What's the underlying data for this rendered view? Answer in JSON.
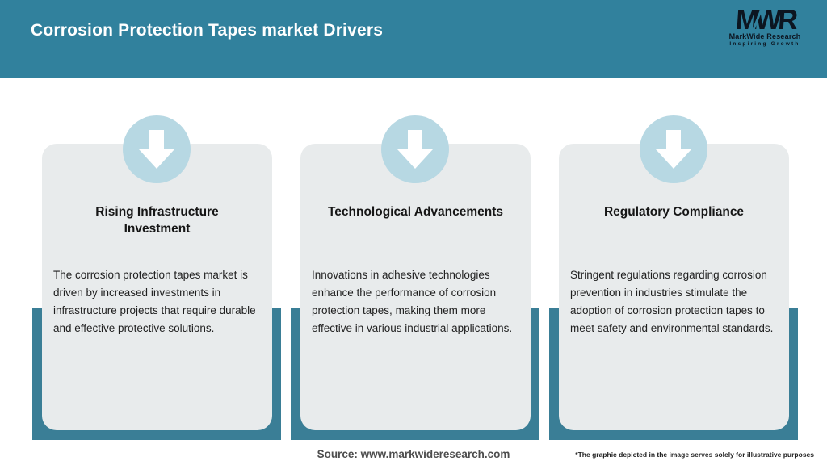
{
  "header": {
    "title": "Corrosion Protection Tapes market Drivers"
  },
  "logo": {
    "monogram": "MWR",
    "name": "MarkWide Research",
    "tagline": "Inspiring Growth"
  },
  "cards": [
    {
      "icon": "down-arrow-icon",
      "title": "Rising Infrastructure Investment",
      "description": "The corrosion protection tapes market is driven by increased investments in infrastructure projects that require durable and effective protective solutions."
    },
    {
      "icon": "down-arrow-icon",
      "title": "Technological Advancements",
      "description": "Innovations in adhesive technologies enhance the performance of corrosion protection tapes, making them more effective in various industrial applications."
    },
    {
      "icon": "down-arrow-icon",
      "title": "Regulatory Compliance",
      "description": "Stringent regulations regarding corrosion prevention in industries stimulate the adoption of corrosion protection tapes to meet safety and environmental standards."
    }
  ],
  "footer": {
    "source": "Source: www.markwideresearch.com",
    "disclaimer": "*The graphic depicted in the image serves solely for illustrative purposes"
  },
  "colors": {
    "header_teal": "#31819d",
    "backing_teal": "#3a7e96",
    "card_background": "#e8ebec",
    "circle_blue": "#b7d8e3",
    "arrow_white": "#ffffff",
    "logo_dark": "#0c1520"
  }
}
